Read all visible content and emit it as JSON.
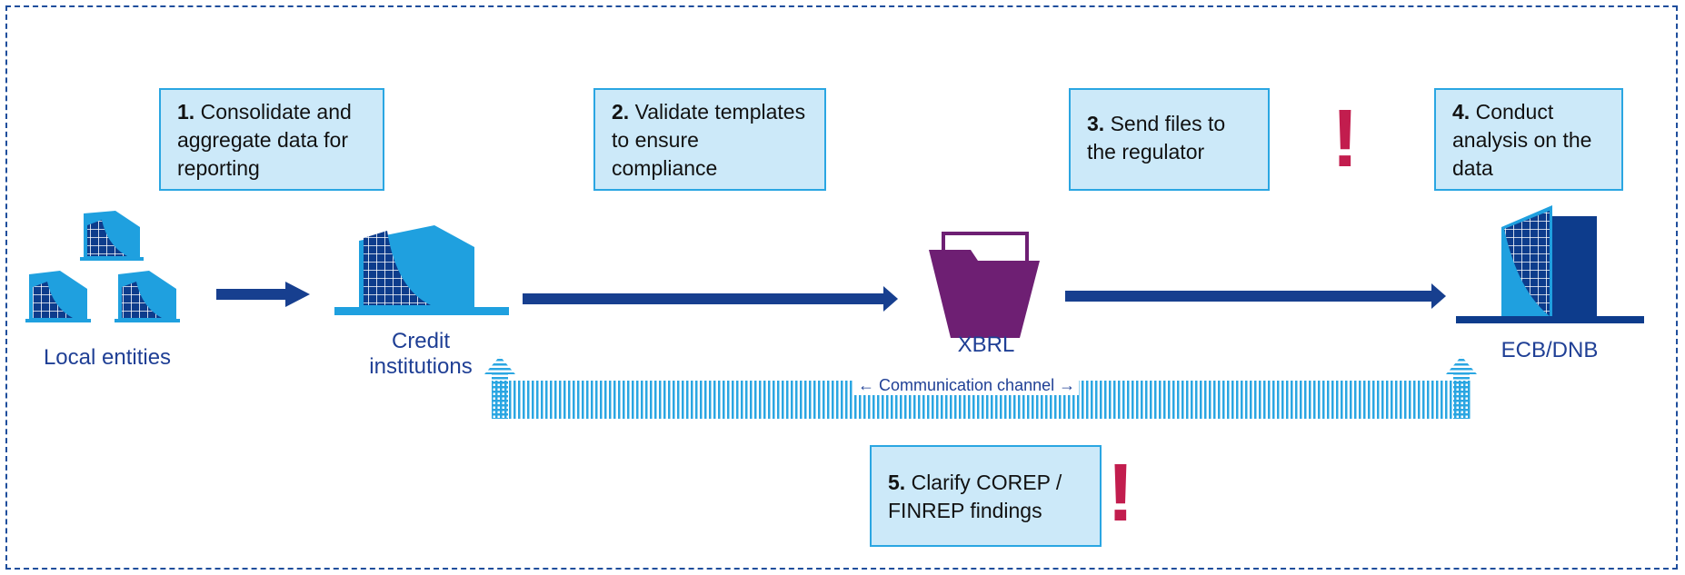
{
  "steps": [
    {
      "num": "1.",
      "text": " Consolidate and aggregate data for reporting"
    },
    {
      "num": "2.",
      "text": " Validate templates to ensure compliance"
    },
    {
      "num": "3.",
      "text": " Send files to the regulator"
    },
    {
      "num": "4.",
      "text": " Conduct analysis on the data"
    },
    {
      "num": "5.",
      "text": " Clarify COREP / FINREP findings"
    }
  ],
  "nodes": {
    "local_entities": "Local entities",
    "credit_institutions": "Credit institutions",
    "xbrl": "XBRL",
    "ecb_dnb": "ECB/DNB"
  },
  "channel_label": "← Communication channel →",
  "alert_mark": "!",
  "colors": {
    "navy": "#173f8f",
    "light_blue": "#2aa6e2",
    "box_fill": "#cce9f9",
    "purple": "#6e1f73",
    "alert": "#c21d4e"
  }
}
